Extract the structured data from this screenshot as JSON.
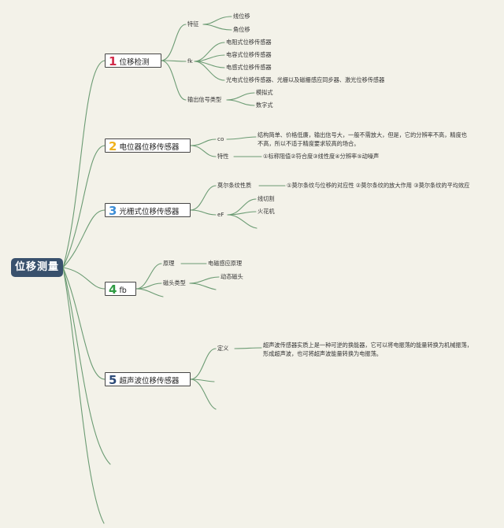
{
  "root": "位移测量",
  "colors": {
    "branch": "#6b9b73",
    "num1": "#d22d4b",
    "num2": "#f0b21e",
    "num3": "#3d8ed6",
    "num4": "#2f9b43",
    "num5": "#2c4a78"
  },
  "topics": [
    {
      "num": "1",
      "label": "位移检测",
      "children": [
        {
          "label": "特征",
          "items": [
            "线位移",
            "角位移"
          ]
        },
        {
          "label": "fk",
          "items": [
            "电阻式位移传感器",
            "电容式位移传感器",
            "电感式位移传感器",
            "光电式位移传感器、光栅以及磁栅感应同步器、激光位移传感器"
          ]
        },
        {
          "label": "输出信号类型",
          "items": [
            "模拟式",
            "数字式"
          ]
        }
      ]
    },
    {
      "num": "2",
      "label": "电位器位移传感器",
      "children": [
        {
          "label": "co",
          "items": [
            "结构简单、价格低廉，输出信号大，一般不需放大，但是，它的分辨率不高，精度也不高，所以不适于精度要求较高的场合。"
          ]
        },
        {
          "label": "特性",
          "items": [
            "①标称阻值②符合度③线性度④分辨率⑤动噪声"
          ]
        }
      ]
    },
    {
      "num": "3",
      "label": "光栅式位移传感器",
      "children": [
        {
          "label": "莫尔条纹性质",
          "items": [
            "①莫尔条纹与位移的对应性 ②莫尔条纹的放大作用 ③莫尔条纹的平均效应"
          ]
        },
        {
          "label": "eF",
          "items": [
            "线切割",
            "火花机"
          ]
        }
      ]
    },
    {
      "num": "4",
      "label": "fb",
      "children": [
        {
          "label": "原理",
          "items": [
            "电磁感应原理"
          ]
        },
        {
          "label": "磁头类型",
          "items": [
            "动态磁头"
          ]
        }
      ]
    },
    {
      "num": "5",
      "label": "超声波位移传感器",
      "children": [
        {
          "label": "定义",
          "items": [
            "超声波传感器实质上是一种可逆的换能器，它可以将电振荡的能量转换为机械振荡，形成超声波，也可将超声波能量转换为电振荡。"
          ]
        }
      ]
    }
  ]
}
